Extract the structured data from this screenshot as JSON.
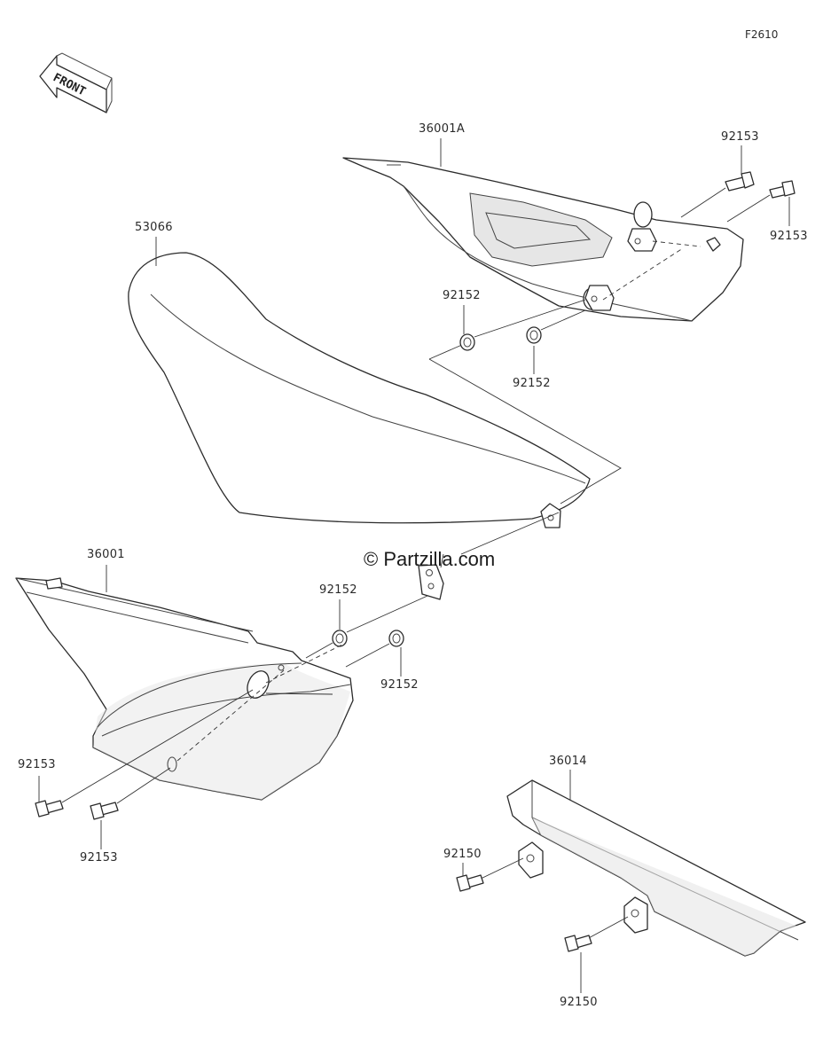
{
  "figure_code": "F2610",
  "front_arrow_label": "FRONT",
  "watermark": "© Partzilla.com",
  "callouts": {
    "seat_cover": "53066",
    "side_cover_right": "36001A",
    "side_cover_left": "36001",
    "chain_guard": "36014",
    "bolt_upper_1": "92153",
    "bolt_upper_2": "92153",
    "bolt_lower_1": "92153",
    "bolt_lower_2": "92153",
    "grommet_upper_1": "92152",
    "grommet_upper_2": "92152",
    "grommet_lower_1": "92152",
    "grommet_lower_2": "92152",
    "bolt_chain_1": "92150",
    "bolt_chain_2": "92150"
  }
}
